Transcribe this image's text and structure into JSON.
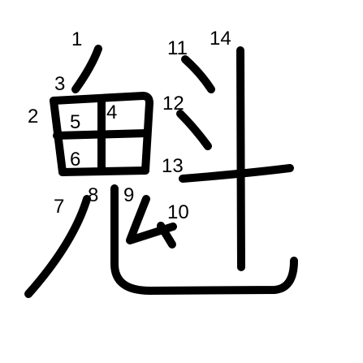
{
  "diagram": {
    "character": "魁",
    "stroke_color": "#000000",
    "number_color": "#000000",
    "stroke_numbers": [
      "1",
      "2",
      "3",
      "4",
      "5",
      "6",
      "7",
      "8",
      "9",
      "10",
      "11",
      "12",
      "13",
      "14"
    ]
  }
}
